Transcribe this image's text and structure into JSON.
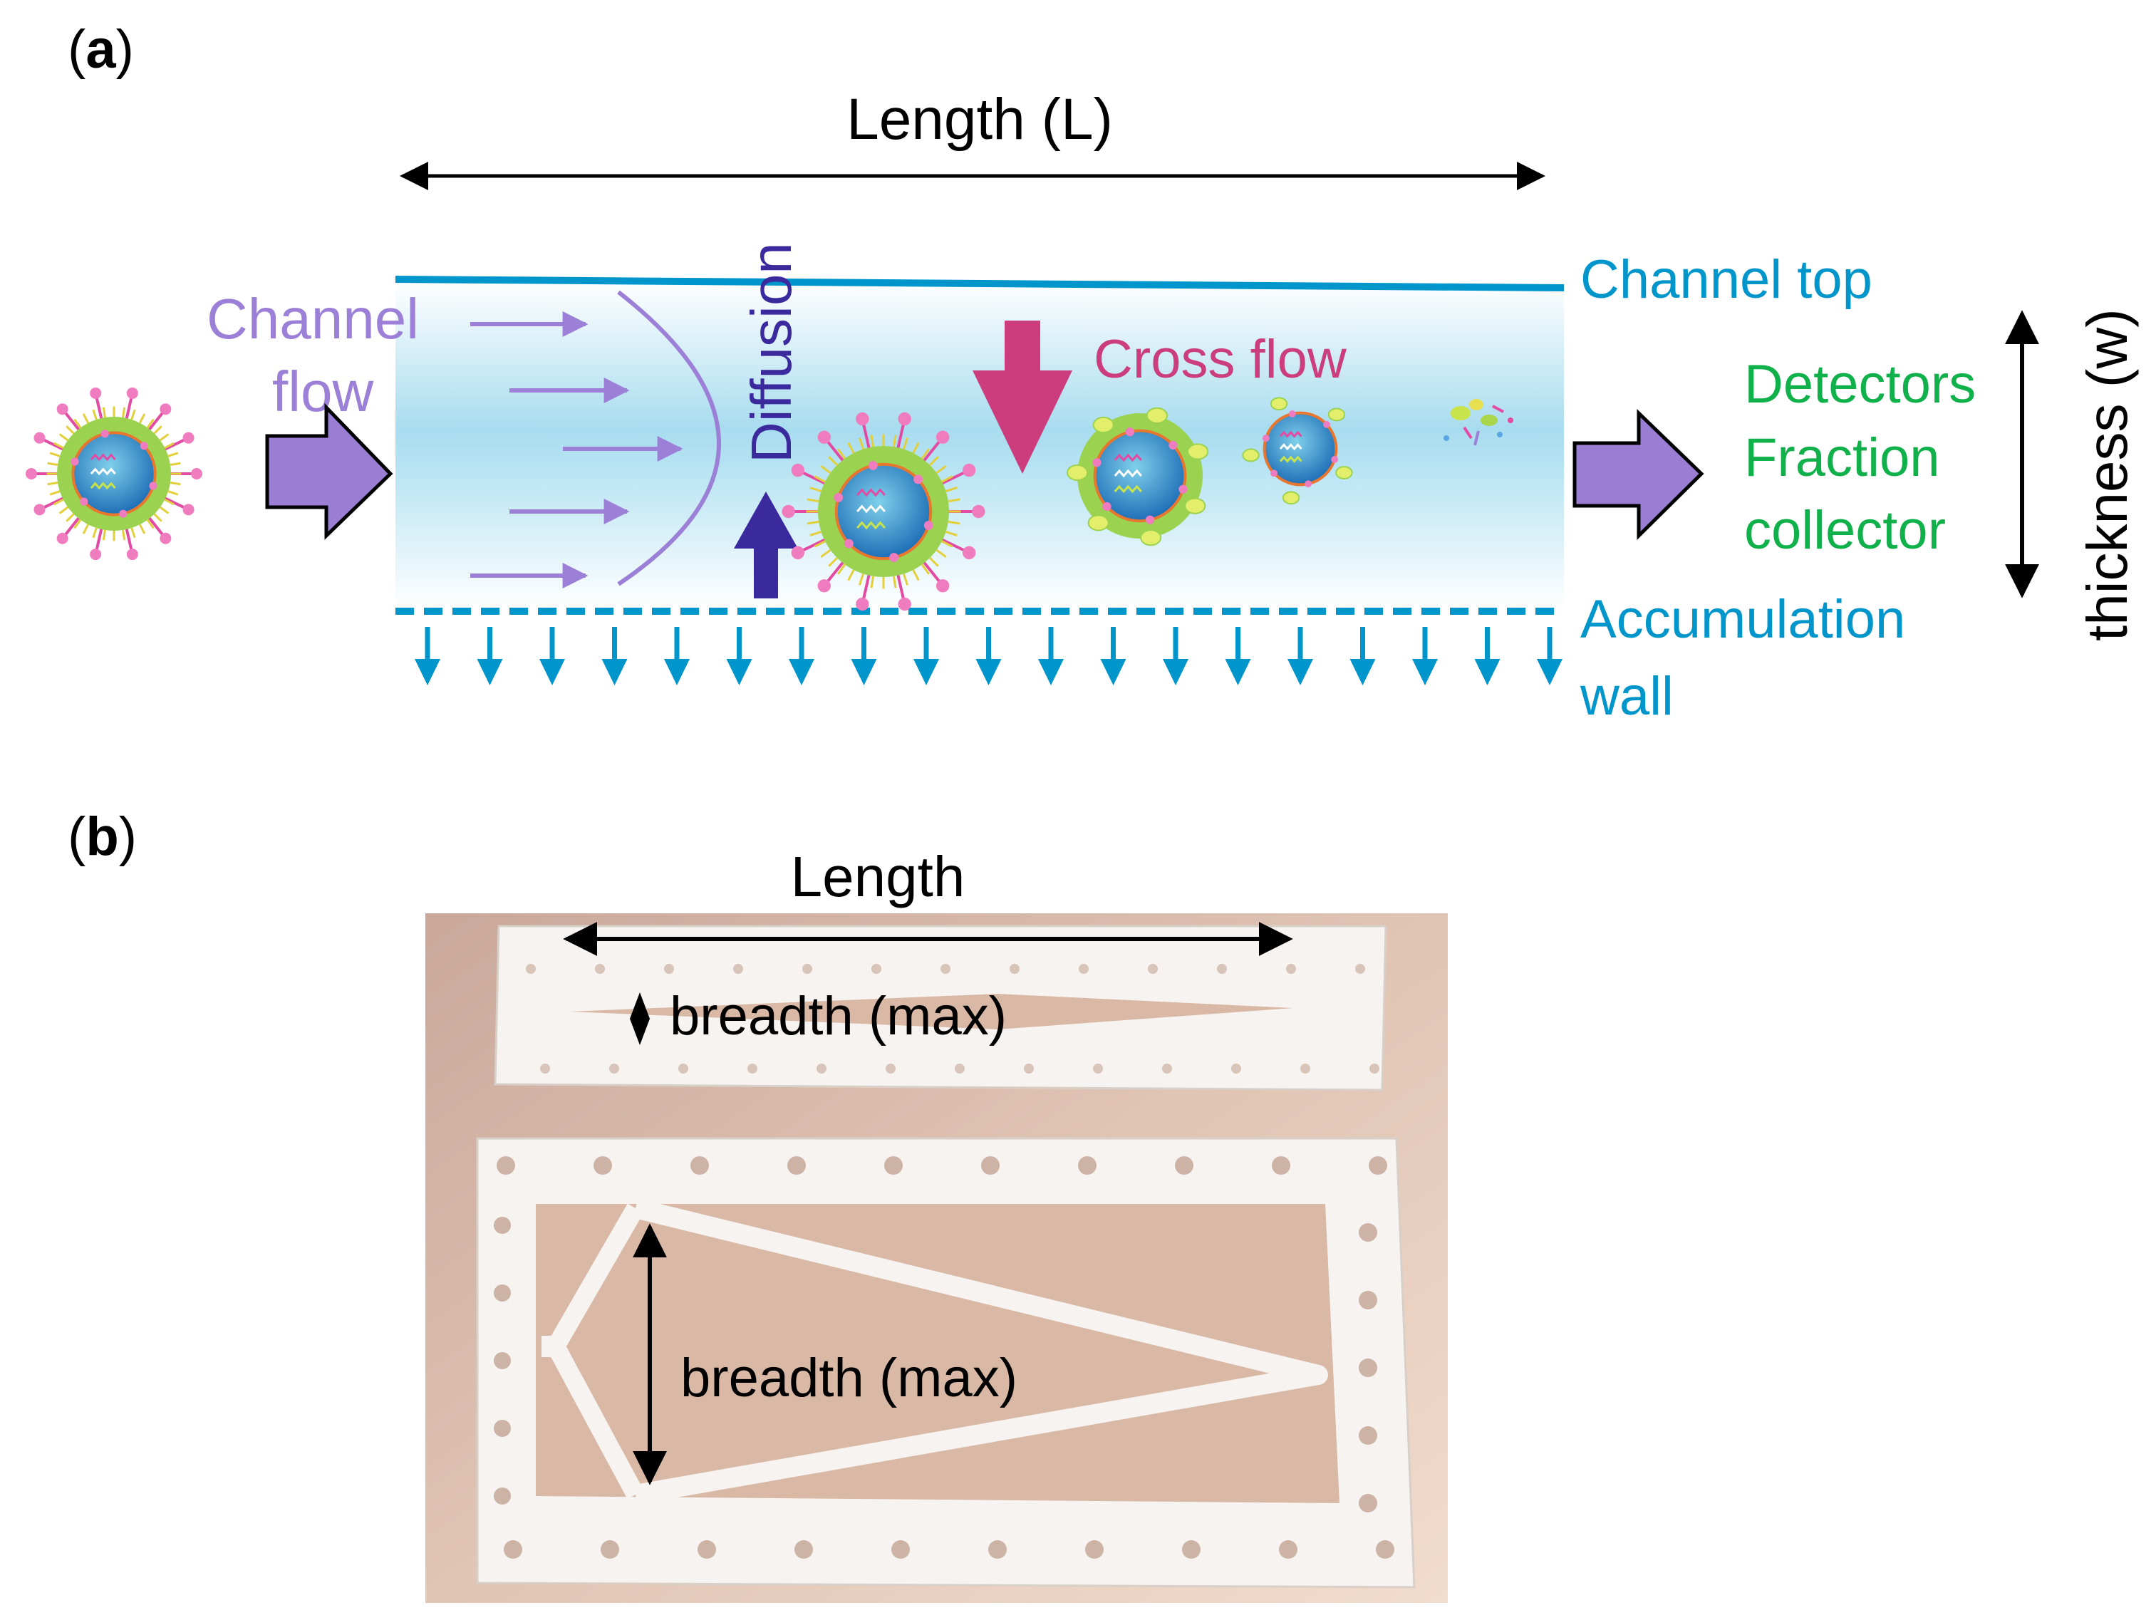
{
  "panel_a": {
    "label_open": "(",
    "label_letter": "a",
    "label_close": ")",
    "length_label": "Length (L)",
    "channel_top": "Channel top",
    "channel_flow_1": "Channel",
    "channel_flow_2": "flow",
    "diffusion": "Diffusion",
    "cross_flow": "Cross flow",
    "detectors": "Detectors",
    "fraction": "Fraction",
    "collector": "collector",
    "accumulation": "Accumulation",
    "wall": "wall",
    "thickness": "thickness (w)",
    "colors": {
      "channel_blue": "#0096cc",
      "flow_purple": "#9c7fd6",
      "cross_pink": "#cc3d7e",
      "detector_green": "#10b04a",
      "diffusion_navy": "#3a2a9e"
    }
  },
  "panel_b": {
    "label_open": "(",
    "label_letter": "b",
    "label_close": ")",
    "length_label": "Length",
    "breadth_upper": "breadth (max)",
    "breadth_lower": "breadth (max)"
  }
}
